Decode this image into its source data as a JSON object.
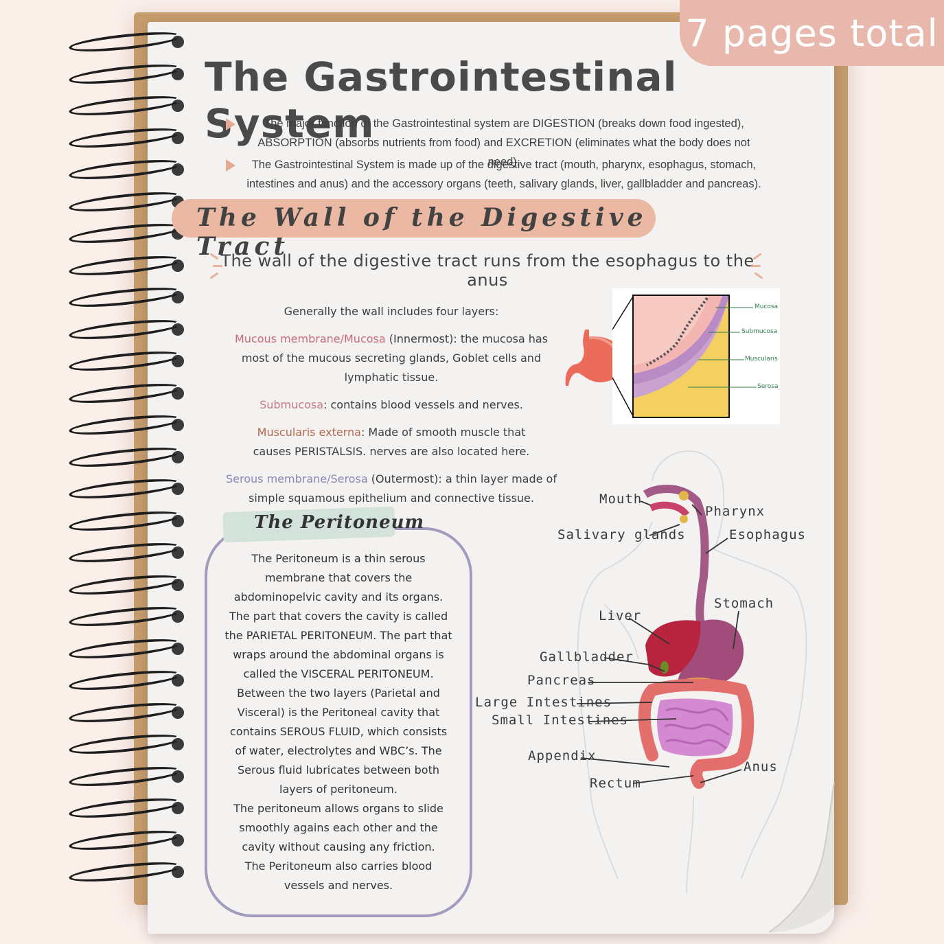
{
  "badge": {
    "text": "7 pages total"
  },
  "title": "The Gastrointestinal System",
  "bullets": [
    "The major function of the Gastrointestinal system are DIGESTION (breaks down food ingested), ABSORPTION (absorbs nutrients from food) and EXCRETION (eliminates what the body does not need).",
    "The Gastrointestinal System is made up of the digestive tract (mouth, pharynx, esophagus, stomach, intestines and anus) and the accessory organs (teeth, salivary glands, liver, gallbladder and pancreas)."
  ],
  "section_title": "The Wall of the Digestive Tract",
  "subhead": "The wall of the digestive tract runs from the esophagus to the anus",
  "layers": {
    "intro": "Generally the wall includes four layers:",
    "items": [
      {
        "name": "Mucous membrane/Mucosa",
        "rest": " (Innermost): the mucosa has most of the mucous secreting glands, Goblet cells and lymphatic tissue."
      },
      {
        "name": "Submucosa",
        "rest": ": contains blood vessels and nerves."
      },
      {
        "name": "Muscularis externa",
        "rest": ": Made of smooth muscle that causes PERISTALSIS. nerves are also located here."
      },
      {
        "name": "Serous membrane/Serosa",
        "rest": " (Outermost): a thin layer made of simple squamous epithelium and connective tissue."
      }
    ]
  },
  "wall_figure": {
    "labels": [
      "Mucosa",
      "Submucosa",
      "Muscularis",
      "Serosa"
    ]
  },
  "peritoneum": {
    "title": "The Peritoneum",
    "paragraphs": [
      "The Peritoneum is a thin serous membrane that covers the abdominopelvic cavity and its organs. The part that covers the cavity is called the PARIETAL PERITONEUM. The part that wraps around the abdominal organs is called the VISCERAL PERITONEUM. Between the two layers (Parietal and Visceral) is the Peritoneal cavity that contains SEROUS FLUID, which consists of water, electrolytes and WBC’s. The Serous fluid lubricates between both layers of peritoneum.",
      "The peritoneum allows organs to slide smoothly agains each other and the cavity without causing any friction.",
      "The Peritoneum also carries blood vessels and nerves."
    ]
  },
  "organs": {
    "mouth": "Mouth",
    "pharynx": "Pharynx",
    "salivary": "Salivary glands",
    "esophagus": "Esophagus",
    "stomach": "Stomach",
    "liver": "Liver",
    "gallbladder": "Gallbladder",
    "pancreas": "Pancreas",
    "large": "Large Intestines",
    "small": "Small Intestines",
    "appendix": "Appendix",
    "anus": "Anus",
    "rectum": "Rectum"
  },
  "colors": {
    "background": "#fbefea",
    "accent_peach": "#eab8a3",
    "badge": "#e8b8ad",
    "mucosa": "#c86b7b",
    "muscularis": "#b56a50",
    "serosa": "#8a86b5",
    "peritoneum_border": "#a39bbd"
  }
}
